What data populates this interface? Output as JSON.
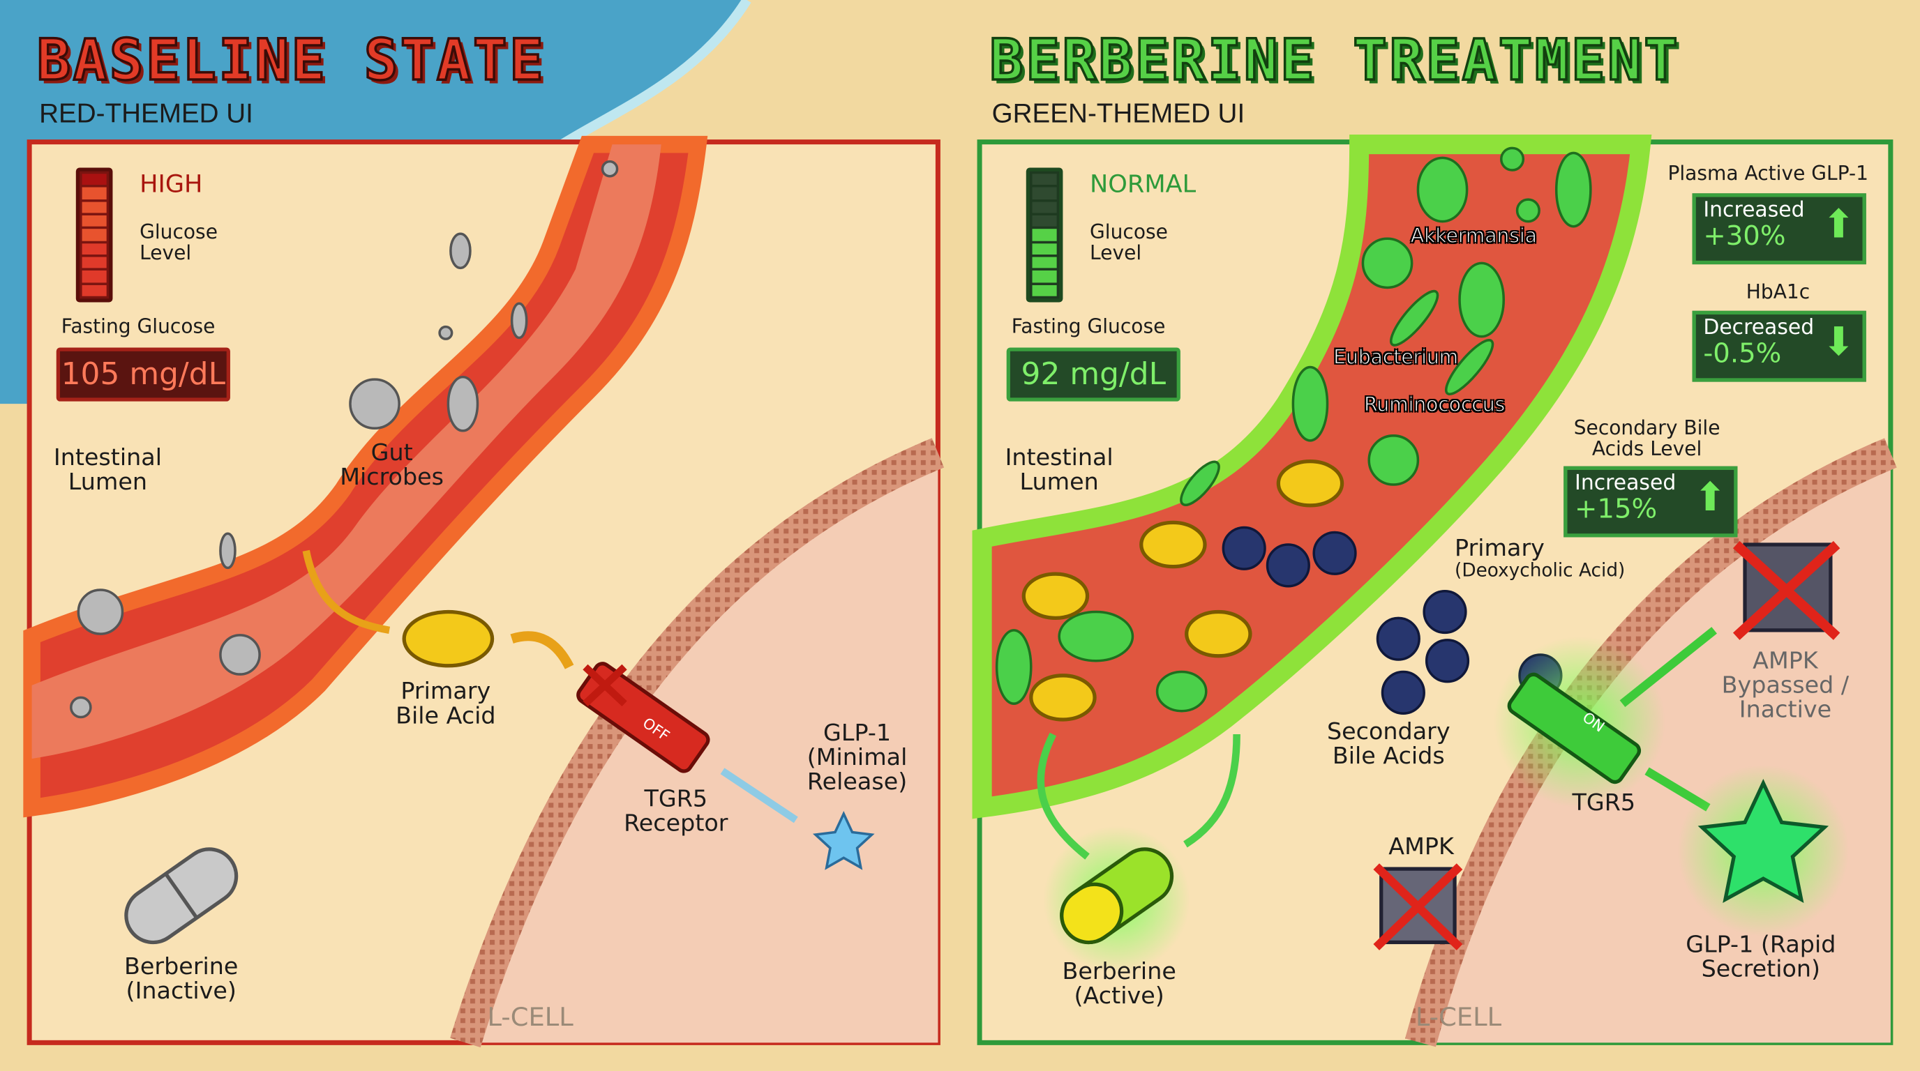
{
  "left": {
    "title": "BASELINE STATE",
    "subtitle": "RED-THEMED UI",
    "glucose_indicator": "HIGH",
    "glucose_label": "Glucose Level",
    "fasting_label": "Fasting Glucose",
    "fasting_value": "105 mg/dL",
    "lumen_label": "Intestinal Lumen",
    "microbes_label": "Gut Microbes",
    "bile_label": "Primary Bile Acid",
    "receptor_label": "TGR5 Receptor",
    "receptor_state": "OFF",
    "glp1_label": "GLP-1 (Minimal Release)",
    "berberine_label": "Berberine (Inactive)",
    "cell_label": "L-CELL",
    "accent": "#c62a1e"
  },
  "right": {
    "title": "BERBERINE TREATMENT",
    "subtitle": "GREEN-THEMED UI",
    "glucose_indicator": "NORMAL",
    "glucose_label": "Glucose Level",
    "fasting_label": "Fasting Glucose",
    "fasting_value": "92 mg/dL",
    "lumen_label": "Intestinal Lumen",
    "microbes": [
      "Akkermansia",
      "Eubacterium",
      "Ruminococcus"
    ],
    "primary_label": "Primary",
    "primary_sub": "(Deoxycholic Acid)",
    "secondary_label": "Secondary Bile Acids",
    "receptor_label": "TGR5",
    "receptor_state": "ON",
    "ampk_label": "AMPK",
    "ampk_bypass_label": "AMPK Bypassed / Inactive",
    "glp1_label": "GLP-1 (Rapid Secretion)",
    "berberine_label": "Berberine (Active)",
    "cell_label": "L-CELL",
    "stats": [
      {
        "title": "Plasma Active GLP-1",
        "status": "Increased",
        "value": "+30%",
        "direction": "up"
      },
      {
        "title": "HbA1c",
        "status": "Decreased",
        "value": "-0.5%",
        "direction": "down"
      },
      {
        "title": "Secondary Bile Acids Level",
        "status": "Increased",
        "value": "+15%",
        "direction": "up"
      }
    ],
    "arrows": {
      "up": "⬆",
      "down": "⬇"
    },
    "accent": "#2e9a3a"
  }
}
